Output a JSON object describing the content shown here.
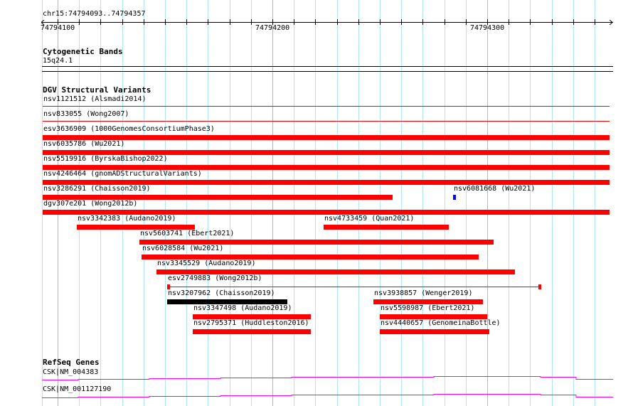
{
  "ruler": {
    "location": "chr15:74794093..74794357",
    "view_start": 74794093,
    "view_end": 74794357,
    "labels": [
      {
        "bp": 74794100,
        "text": "74794100"
      },
      {
        "bp": 74794200,
        "text": "74794200"
      },
      {
        "bp": 74794300,
        "text": "74794300"
      }
    ]
  },
  "cytoband": {
    "title": "Cytogenetic Bands",
    "band": "15q24.1"
  },
  "dgv": {
    "title": "DGV Structural Variants",
    "colors": {
      "red": "#ff0000",
      "black": "#000000",
      "blue": "#0000ff"
    },
    "rows": [
      [
        {
          "label": "nsv1121512 (Alsmadi2014)",
          "start": 74794093,
          "end": 74794357,
          "style": "thin",
          "color": "#ff0000"
        }
      ],
      [
        {
          "label": "nsv833055 (Wong2007)",
          "start": 74794093,
          "end": 74794357,
          "style": "thin",
          "color": "#ff0000"
        }
      ],
      [
        {
          "label": "esv3636909 (1000GenomesConsortiumPhase3)",
          "start": 74794093,
          "end": 74794357,
          "style": "bar",
          "color": "#ff0000"
        }
      ],
      [
        {
          "label": "nsv6035786 (Wu2021)",
          "start": 74794093,
          "end": 74794357,
          "style": "bar",
          "color": "#ff0000"
        }
      ],
      [
        {
          "label": "nsv5519916 (ByrskaBishop2022)",
          "start": 74794093,
          "end": 74794357,
          "style": "bar",
          "color": "#ff0000"
        }
      ],
      [
        {
          "label": "nsv4246464 (gnomADStructuralVariants)",
          "start": 74794093,
          "end": 74794357,
          "style": "bar",
          "color": "#ff0000"
        }
      ],
      [
        {
          "label": "nsv3286291 (Chaisson2019)",
          "start": 74794093,
          "end": 74794256,
          "style": "bar",
          "color": "#ff0000"
        },
        {
          "label": "nsv6081668 (Wu2021)",
          "start": 74794284,
          "end": 74794285,
          "style": "bar",
          "color": "#0000ff"
        }
      ],
      [
        {
          "label": "dgv307e201 (Wong2012b)",
          "start": 74794093,
          "end": 74794357,
          "style": "bar",
          "color": "#ff0000"
        }
      ],
      [
        {
          "label": "nsv3342383 (Audano2019)",
          "start": 74794109,
          "end": 74794164,
          "style": "bar",
          "color": "#ff0000"
        },
        {
          "label": "nsv4733459 (Quan2021)",
          "start": 74794224,
          "end": 74794282,
          "style": "bar",
          "color": "#ff0000"
        }
      ],
      [
        {
          "label": "nsv5603741 (Ebert2021)",
          "start": 74794138,
          "end": 74794303,
          "style": "bar",
          "color": "#ff0000"
        }
      ],
      [
        {
          "label": "nsv6028584 (Wu2021)",
          "start": 74794139,
          "end": 74794296,
          "style": "bar",
          "color": "#ff0000"
        }
      ],
      [
        {
          "label": "nsv3345529 (Audano2019)",
          "start": 74794146,
          "end": 74794313,
          "style": "bar",
          "color": "#ff0000"
        }
      ],
      [
        {
          "label": "esv2749883 (Wong2012b)",
          "start": 74794151,
          "end": 74794325,
          "style": "split",
          "color": "#ff0000"
        }
      ],
      [
        {
          "label": "nsv3207962 (Chaisson2019)",
          "start": 74794151,
          "end": 74794207,
          "style": "bar",
          "color": "#000000"
        },
        {
          "label": "nsv3938857 (Wenger2019)",
          "start": 74794247,
          "end": 74794298,
          "style": "bar",
          "color": "#ff0000"
        }
      ],
      [
        {
          "label": "nsv3347498 (Audano2019)",
          "start": 74794163,
          "end": 74794218,
          "style": "bar",
          "color": "#ff0000"
        },
        {
          "label": "nsv5598987 (Ebert2021)",
          "start": 74794250,
          "end": 74794300,
          "style": "bar",
          "color": "#ff0000"
        }
      ],
      [
        {
          "label": "nsv2795371 (Huddleston2016)",
          "start": 74794163,
          "end": 74794218,
          "style": "bar",
          "color": "#ff0000"
        },
        {
          "label": "nsv4440657 (GenomeinaBottle)",
          "start": 74794250,
          "end": 74794301,
          "style": "bar",
          "color": "#ff0000"
        }
      ]
    ]
  },
  "refseq": {
    "title": "RefSeq Genes",
    "color": "#ff00ff",
    "genes": [
      {
        "label": "CSK|NM_004383"
      },
      {
        "label": "CSK|NM_001127190"
      }
    ]
  }
}
